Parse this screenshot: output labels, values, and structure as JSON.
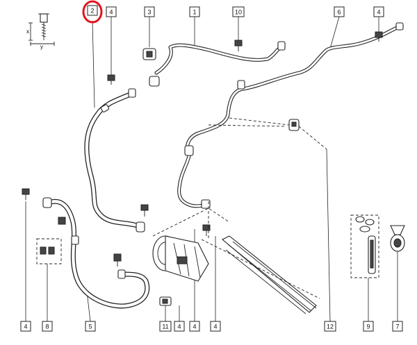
{
  "diagram": {
    "highlighted_callout": "2",
    "callouts_top": [
      "2",
      "4",
      "3",
      "1",
      "10",
      "6",
      "4"
    ],
    "callouts_bottom": [
      "4",
      "8",
      "5",
      "11",
      "4",
      "4",
      "4",
      "12",
      "9",
      "7"
    ],
    "legend_axes": [
      "x",
      "y"
    ],
    "highlight_color": "#e0141e"
  }
}
